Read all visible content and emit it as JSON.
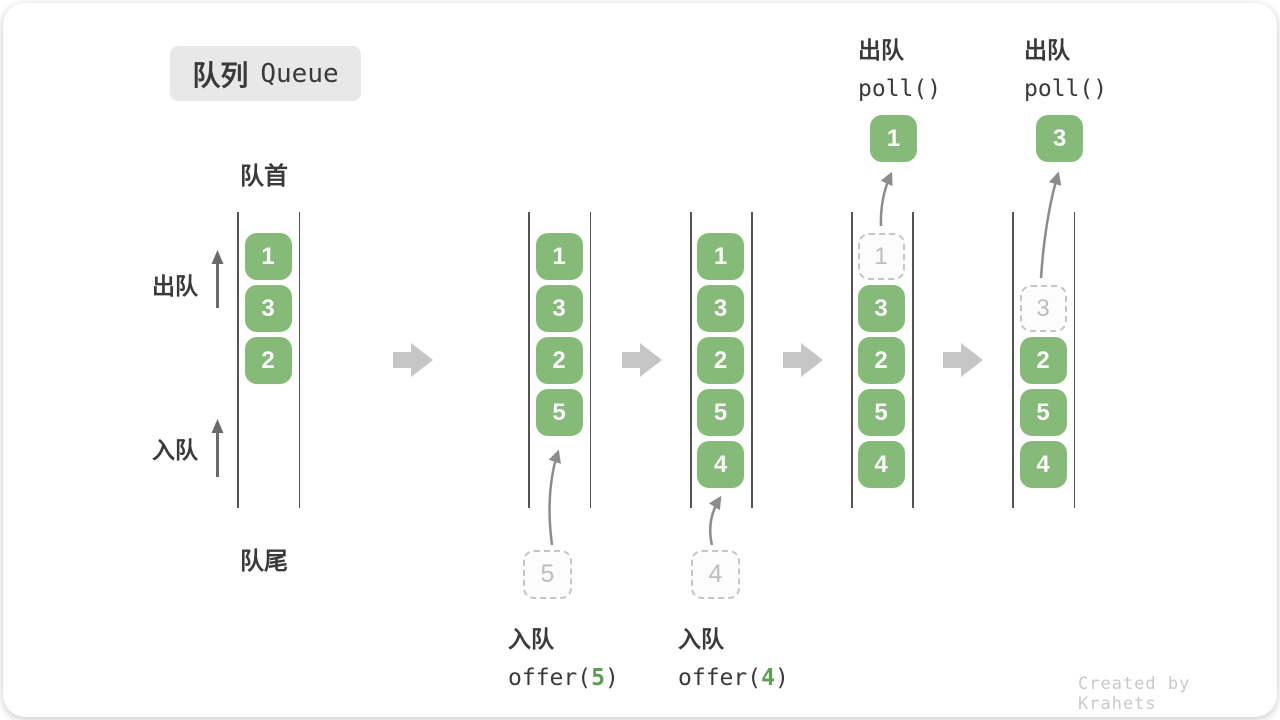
{
  "title": {
    "zh": "队列",
    "en": "Queue"
  },
  "side_labels": {
    "front": "队首",
    "rear": "队尾",
    "dequeue": "出队",
    "enqueue": "入队"
  },
  "columns": [
    {
      "name": "state-initial",
      "slots": [
        {
          "value": "1",
          "slot": 0,
          "style": "solid"
        },
        {
          "value": "3",
          "slot": 1,
          "style": "solid"
        },
        {
          "value": "2",
          "slot": 2,
          "style": "solid"
        }
      ]
    },
    {
      "name": "state-after-offer-5",
      "slots": [
        {
          "value": "1",
          "slot": 0,
          "style": "solid"
        },
        {
          "value": "3",
          "slot": 1,
          "style": "solid"
        },
        {
          "value": "2",
          "slot": 2,
          "style": "solid"
        },
        {
          "value": "5",
          "slot": 3,
          "style": "solid"
        }
      ]
    },
    {
      "name": "state-after-offer-4",
      "slots": [
        {
          "value": "1",
          "slot": 0,
          "style": "solid"
        },
        {
          "value": "3",
          "slot": 1,
          "style": "solid"
        },
        {
          "value": "2",
          "slot": 2,
          "style": "solid"
        },
        {
          "value": "5",
          "slot": 3,
          "style": "solid"
        },
        {
          "value": "4",
          "slot": 4,
          "style": "solid"
        }
      ]
    },
    {
      "name": "state-poll-1",
      "slots": [
        {
          "value": "1",
          "slot": 0,
          "style": "dashed"
        },
        {
          "value": "3",
          "slot": 1,
          "style": "solid"
        },
        {
          "value": "2",
          "slot": 2,
          "style": "solid"
        },
        {
          "value": "5",
          "slot": 3,
          "style": "solid"
        },
        {
          "value": "4",
          "slot": 4,
          "style": "solid"
        }
      ]
    },
    {
      "name": "state-poll-3",
      "slots": [
        {
          "value": "3",
          "slot": 1,
          "style": "dashed"
        },
        {
          "value": "2",
          "slot": 2,
          "style": "solid"
        },
        {
          "value": "5",
          "slot": 3,
          "style": "solid"
        },
        {
          "value": "4",
          "slot": 4,
          "style": "solid"
        }
      ]
    }
  ],
  "operations": {
    "offer5": {
      "label": "入队",
      "code_prefix": "offer(",
      "arg": "5",
      "code_suffix": ")",
      "source_value": "5"
    },
    "offer4": {
      "label": "入队",
      "code_prefix": "offer(",
      "arg": "4",
      "code_suffix": ")",
      "source_value": "4"
    },
    "poll1": {
      "label": "出队",
      "code": "poll()",
      "result_value": "1"
    },
    "poll3": {
      "label": "出队",
      "code": "poll()",
      "result_value": "3"
    }
  },
  "watermark": "Created by Krahets",
  "colors": {
    "block_green": "#85ba78",
    "code_arg_green": "#5ba052",
    "step_arrow_gray": "#c6c6c6",
    "thin_arrow_gray": "#8c8c8c",
    "side_arrow_gray": "#6b6b6b",
    "wall_gray": "#545454",
    "title_box_bg": "#e8e8e8",
    "text_dark": "#3a3a3a",
    "dashed_border": "#c5c5c5",
    "watermark_gray": "#c9c9c9"
  }
}
